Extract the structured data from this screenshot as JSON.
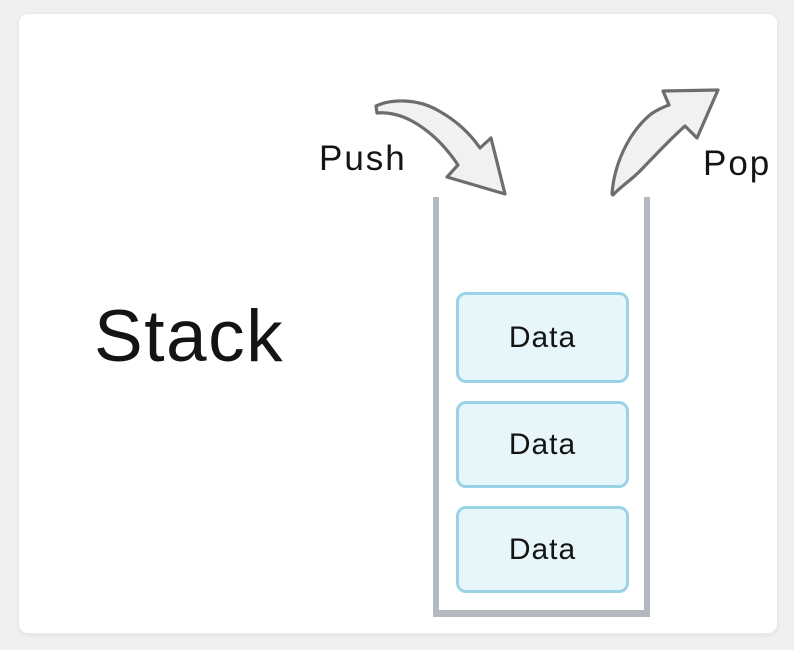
{
  "diagram": {
    "type": "stack-data-structure",
    "title": "Stack",
    "push_label": "Push",
    "pop_label": "Pop",
    "stack_items": [
      {
        "label": "Data"
      },
      {
        "label": "Data"
      },
      {
        "label": "Data"
      }
    ],
    "colors": {
      "page_bg": "#f0f0ee",
      "card_bg": "#ffffff",
      "card_border": "#e9e9e9",
      "text": "#141414",
      "container_wall": "#b3b9bf",
      "box_fill": "#e6f6fb",
      "box_border": "#9bd3e6",
      "arrow_fill": "#f1f1f1",
      "arrow_stroke": "#6d6d6d"
    }
  }
}
